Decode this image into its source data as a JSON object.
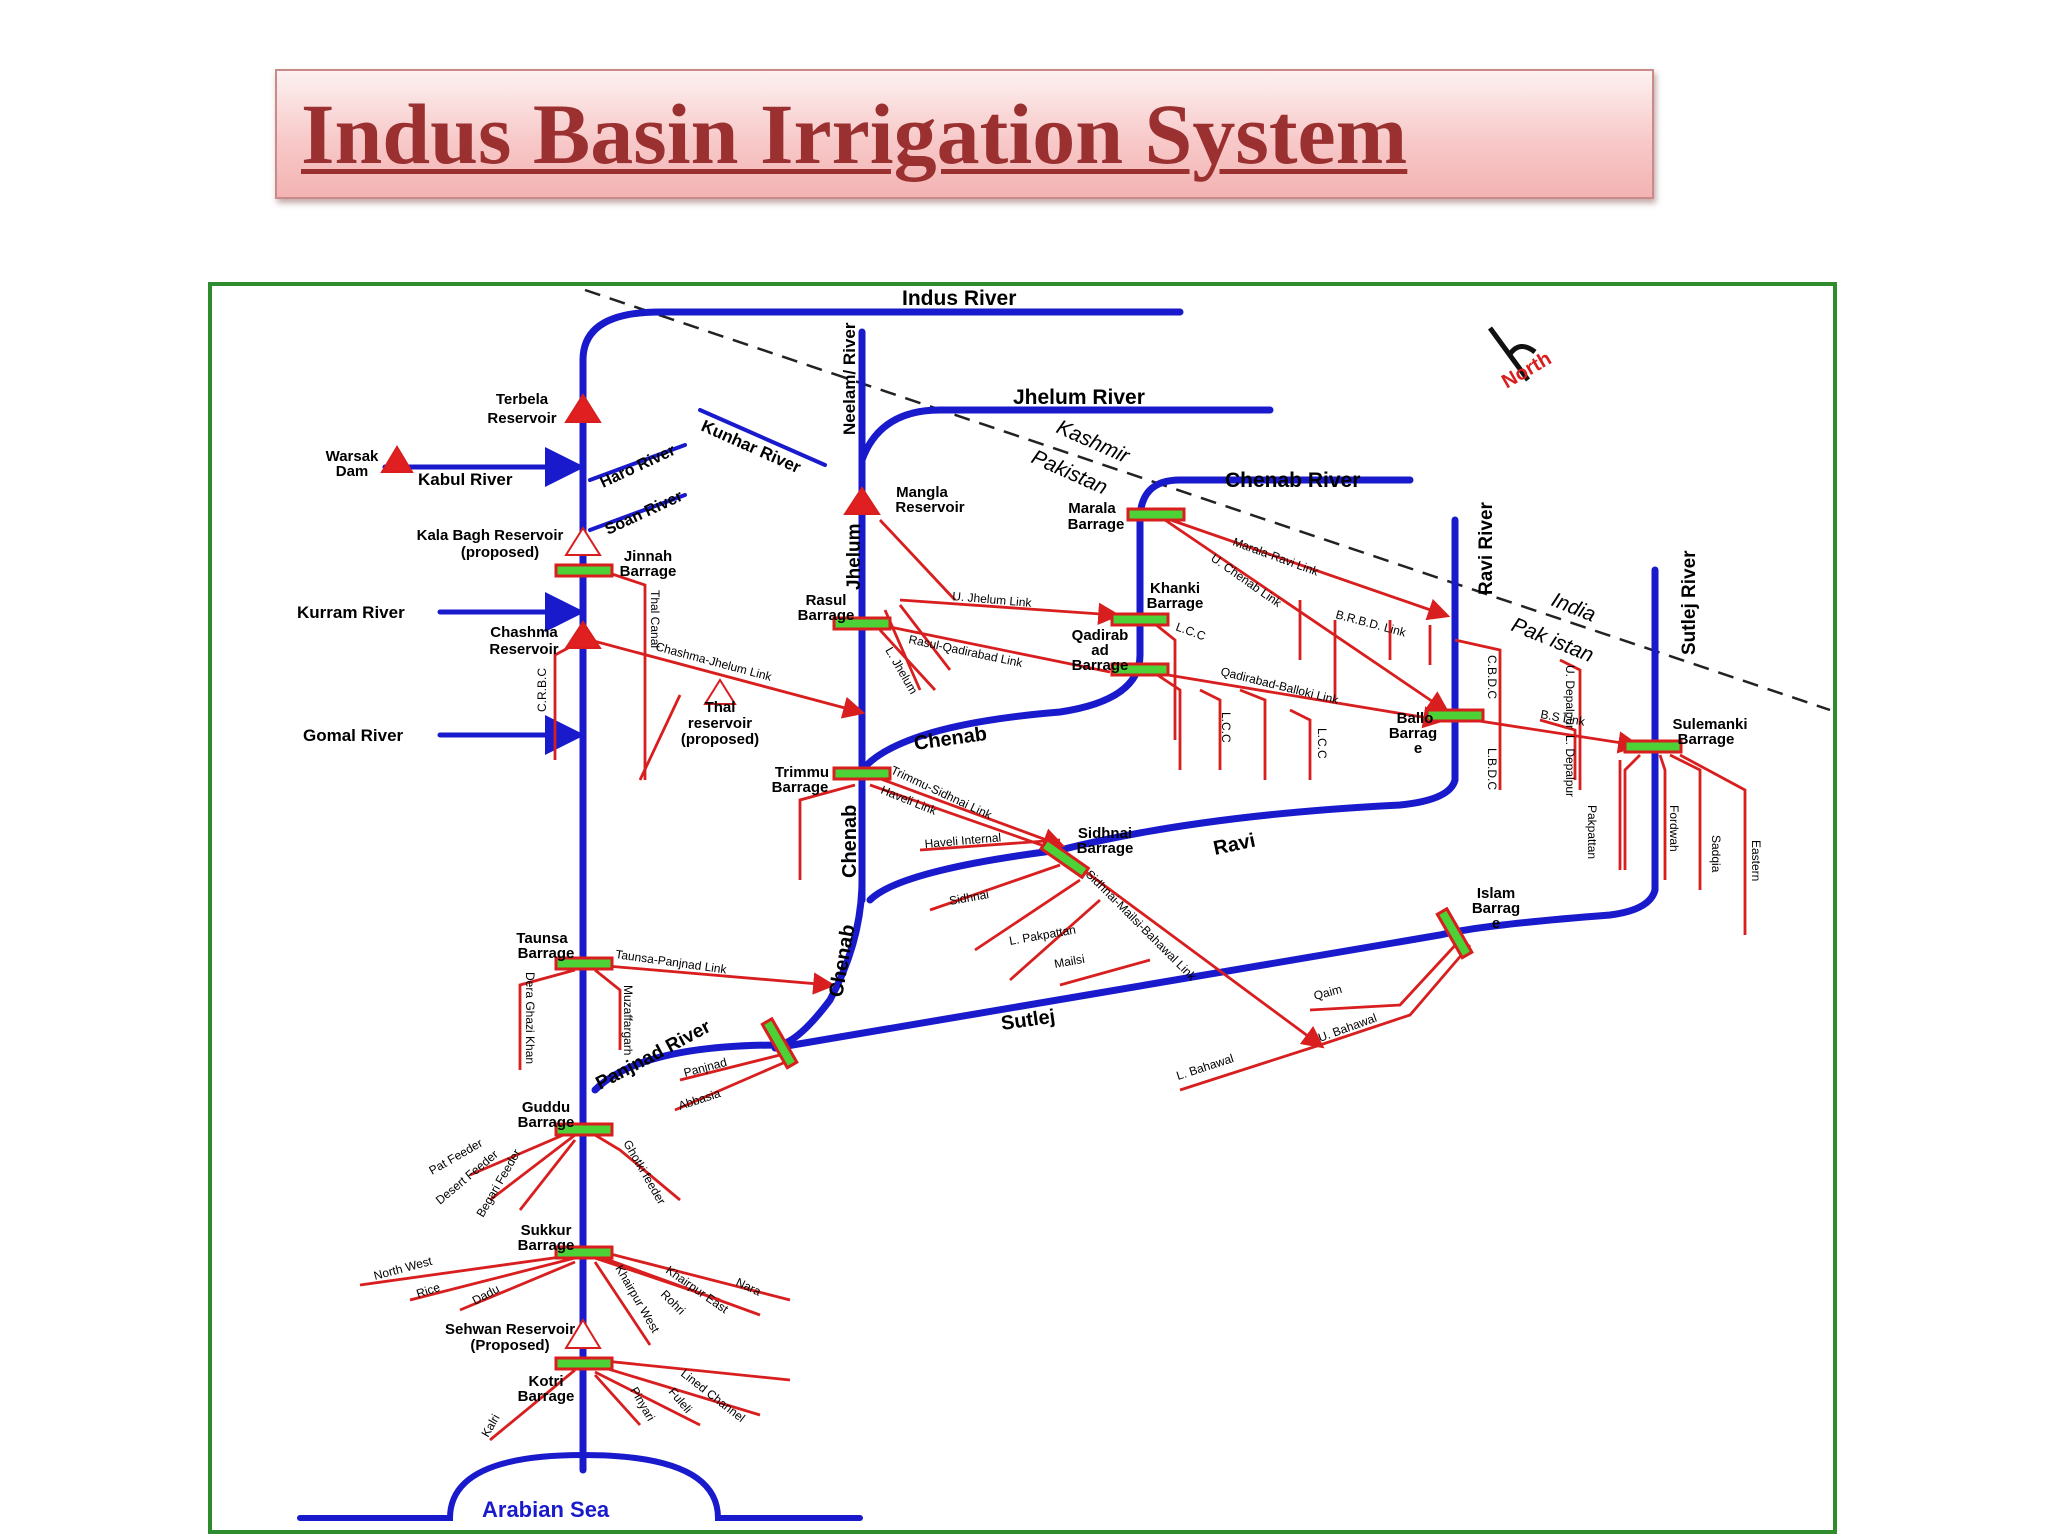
{
  "title": "Indus Basin Irrigation System",
  "colors": {
    "river": "#1a1acd",
    "canal": "#d81e1e",
    "barrage_fill": "#4cd137",
    "frame": "#2e8b2e",
    "title": "#9b3030"
  },
  "compass": {
    "label": "North"
  },
  "boundaries": {
    "kashmir": "Kashmir",
    "pakistan": "Pakistan",
    "india": "India",
    "pakistan2": "Pak istan"
  },
  "rivers": {
    "indus": "Indus River",
    "jhelum_river": "Jhelum River",
    "chenab_river": "Chenab River",
    "neelam": "Neelam/ River",
    "kunhar": "Kunhar River",
    "haro": "Haro River",
    "soan": "Soan River",
    "kabul": "Kabul River",
    "kurram": "Kurram River",
    "gomal": "Gomal River",
    "ravi_river": "Ravi River",
    "sutlej_river": "Sutlej River",
    "jhelum": "Jhelum",
    "chenab_mid": "Chenab",
    "chenab_low": "Chenab",
    "chenab_curve": "Chenab",
    "ravi": "Ravi",
    "sutlej": "Sutlej",
    "panjnad": "Panjnad River",
    "arabian_sea": "Arabian Sea"
  },
  "structures": {
    "warsak": [
      "Warsak",
      "Dam"
    ],
    "terbela": [
      "Terbela",
      "Reservoir"
    ],
    "kalabagh": [
      "Kala Bagh Reservoir",
      "(proposed)"
    ],
    "jinnah": [
      "Jinnah",
      "Barrage"
    ],
    "chashma": [
      "Chashma",
      "Reservoir"
    ],
    "thal": [
      "Thal",
      "reservoir",
      "(proposed)"
    ],
    "mangla": [
      "Mangla",
      "Reservoir"
    ],
    "rasul": [
      "Rasul",
      "Barrage"
    ],
    "marala": [
      "Marala",
      "Barrage"
    ],
    "khanki": [
      "Khanki",
      "Barrage"
    ],
    "qadirabad": [
      "Qadirab",
      "ad",
      "Barrage"
    ],
    "trimmu": [
      "Trimmu",
      "Barrage"
    ],
    "sidhnai": [
      "Sidhnai",
      "Barrage"
    ],
    "balloki": [
      "Ballo",
      "Barrag",
      "e"
    ],
    "sulemanki": [
      "Sulemanki",
      "Barrage"
    ],
    "islam": [
      "Islam",
      "Barrag",
      "e"
    ],
    "taunsa": [
      "Taunsa",
      "Barrage"
    ],
    "guddu": [
      "Guddu",
      "Barrage"
    ],
    "sukkur": [
      "Sukkur",
      "Barrage"
    ],
    "sehwan": [
      "Sehwan Reservoir",
      "(Proposed)"
    ],
    "kotri": [
      "Kotri",
      "Barrage"
    ]
  },
  "canals": {
    "crbc": "C.R.B.C",
    "thal_canal": "Thal Canal",
    "chashma_jhelum": "Chashma-Jhelum Link",
    "upper_jhelum": "U. Jhelum Link",
    "rasul_qadirabad": "Rasul-Qadirabad Link",
    "lower_jhelum": "L. Jhelum",
    "marala_ravi": "Marala-Ravi Link",
    "upper_chenab": "U. Chenab Link",
    "brbd": "B.R.B.D. Link",
    "qadirabad_balloki": "Qadirabad-Balloki Link",
    "lcc": "L.C.C",
    "lcc_west": "L.C.C",
    "lcc_east": "L.C.C",
    "cbdc": "C.B.D.C",
    "lbdc": "L.B.D.C",
    "trimmu_sidhnai": "Trimmu-Sidhnai Link",
    "haveli_link": "Haveli Link",
    "haveli_internal": "Haveli Internal",
    "sidhnai_mailsi": "Sidhnai-Mailsi-Bahawal Link",
    "sidhnai": "Sidhnai",
    "l_pakpattan": "L. Pakpattan",
    "mailsi": "Mailsi",
    "qaim": "Qaim",
    "u_bahawal": "U. Bahawal",
    "l_bahawal": "L. Bahawal",
    "taunsa_panjnad": "Taunsa-Panjnad Link",
    "dera_ghazi": "Dera Ghazi Khan",
    "muzaffargarh": "Muzaffargarh",
    "panjnad": "Panjnad",
    "abbasia": "Abbasia",
    "pat_feeder": "Pat Feeder",
    "desert_feeder": "Desert Feeder",
    "begari_feeder": "Begari Feeder",
    "ghotki_feeder": "Ghotki feeder",
    "north_west": "North West",
    "rice": "Rice",
    "dadu": "Dadu",
    "khairpur_west": "Khairpur West",
    "rohri": "Rohri",
    "khairpur_east": "Khairpur East",
    "nara": "Nara",
    "kalri": "Kalri",
    "pinyari": "Pinyari",
    "fuleli": "Fuleli",
    "lined_channel": "Lined Channel",
    "pakpattan": "Pakpattan",
    "fordwah": "Fordwah",
    "sadqia": "Sadqia",
    "eastern": "Eastern",
    "bs_link": "B.S Link",
    "depalpur": "U. Depalpur",
    "l_depalpur": "L. Depalpur"
  }
}
